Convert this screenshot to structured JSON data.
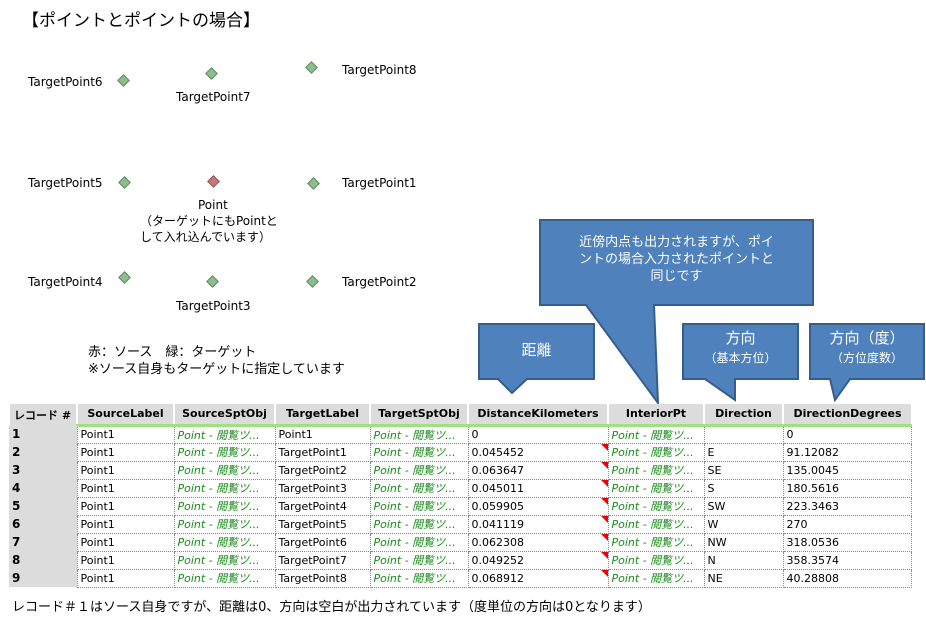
{
  "title": "【ポイントとポイントの場合】",
  "points": {
    "tp6": "TargetPoint6",
    "tp7": "TargetPoint7",
    "tp8": "TargetPoint8",
    "tp5": "TargetPoint5",
    "source": "Point",
    "tp1": "TargetPoint1",
    "source_note_1": "（ターゲットにもPointと",
    "source_note_2": "して入れ込んでいます）",
    "tp4": "TargetPoint4",
    "tp3": "TargetPoint3",
    "tp2": "TargetPoint2"
  },
  "legend": {
    "line1": "赤：ソース　緑：ターゲット",
    "line2": "※ソース自身もターゲットに指定しています"
  },
  "callouts": {
    "interior_1": "近傍内点も出力されますが、ポイ",
    "interior_2": "ントの場合入力されたポイントと",
    "interior_3": "同じです",
    "distance": "距離",
    "direction": "方向",
    "direction_sub": "（基本方位）",
    "degrees": "方向（度）",
    "degrees_sub": "（方位度数）"
  },
  "table": {
    "headers": [
      "レコード #",
      "SourceLabel",
      "SourceSptObj",
      "TargetLabel",
      "TargetSptObj",
      "DistanceKilometers",
      "InteriorPt",
      "Direction",
      "DirectionDegrees"
    ],
    "rows": [
      [
        "1",
        "Point1",
        "Point - 閲覧ツ...",
        "Point1",
        "Point - 閲覧ツ...",
        "0",
        "Point - 閲覧ツ...",
        "",
        "0"
      ],
      [
        "2",
        "Point1",
        "Point - 閲覧ツ...",
        "TargetPoint1",
        "Point - 閲覧ツ...",
        "0.045452",
        "Point - 閲覧ツ...",
        "E",
        "91.12082"
      ],
      [
        "3",
        "Point1",
        "Point - 閲覧ツ...",
        "TargetPoint2",
        "Point - 閲覧ツ...",
        "0.063647",
        "Point - 閲覧ツ...",
        "SE",
        "135.0045"
      ],
      [
        "4",
        "Point1",
        "Point - 閲覧ツ...",
        "TargetPoint3",
        "Point - 閲覧ツ...",
        "0.045011",
        "Point - 閲覧ツ...",
        "S",
        "180.5616"
      ],
      [
        "5",
        "Point1",
        "Point - 閲覧ツ...",
        "TargetPoint4",
        "Point - 閲覧ツ...",
        "0.059905",
        "Point - 閲覧ツ...",
        "SW",
        "223.3463"
      ],
      [
        "6",
        "Point1",
        "Point - 閲覧ツ...",
        "TargetPoint5",
        "Point - 閲覧ツ...",
        "0.041119",
        "Point - 閲覧ツ...",
        "W",
        "270"
      ],
      [
        "7",
        "Point1",
        "Point - 閲覧ツ...",
        "TargetPoint6",
        "Point - 閲覧ツ...",
        "0.062308",
        "Point - 閲覧ツ...",
        "NW",
        "318.0536"
      ],
      [
        "8",
        "Point1",
        "Point - 閲覧ツ...",
        "TargetPoint7",
        "Point - 閲覧ツ...",
        "0.049252",
        "Point - 閲覧ツ...",
        "N",
        "358.3574"
      ],
      [
        "9",
        "Point1",
        "Point - 閲覧ツ...",
        "TargetPoint8",
        "Point - 閲覧ツ...",
        "0.068912",
        "Point - 閲覧ツ...",
        "NE",
        "40.28808"
      ]
    ]
  },
  "footer": "レコード＃１はソース自身ですが、距離は0、方向は空白が出力されています（度単位の方向は0となります）"
}
